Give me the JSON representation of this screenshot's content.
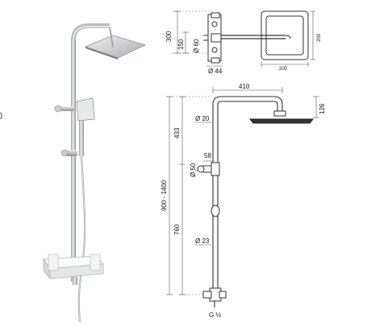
{
  "top_view": {
    "dims": {
      "height_300": "300",
      "height_150": "150",
      "dia_60": "Ø 60",
      "dia_44": "Ø 44"
    }
  },
  "head_plan": {
    "width": "200",
    "height": "200"
  },
  "front_view": {
    "width_410": "410",
    "head_drop_126": "126",
    "pipe_dia_20": "Ø 20",
    "upper_433": "433",
    "total_range": "900 - 1400",
    "offset_58": "58",
    "holder_dia_50": "Ø 50",
    "lower_760": "760",
    "pipe_dia_23": "Ø 23",
    "inlet": "G ½"
  },
  "colors": {
    "line": "#333333",
    "dim_line": "#555555",
    "chrome": "#c9cbce",
    "chrome_dark": "#8d9096",
    "white_body": "#f4f4f4"
  }
}
